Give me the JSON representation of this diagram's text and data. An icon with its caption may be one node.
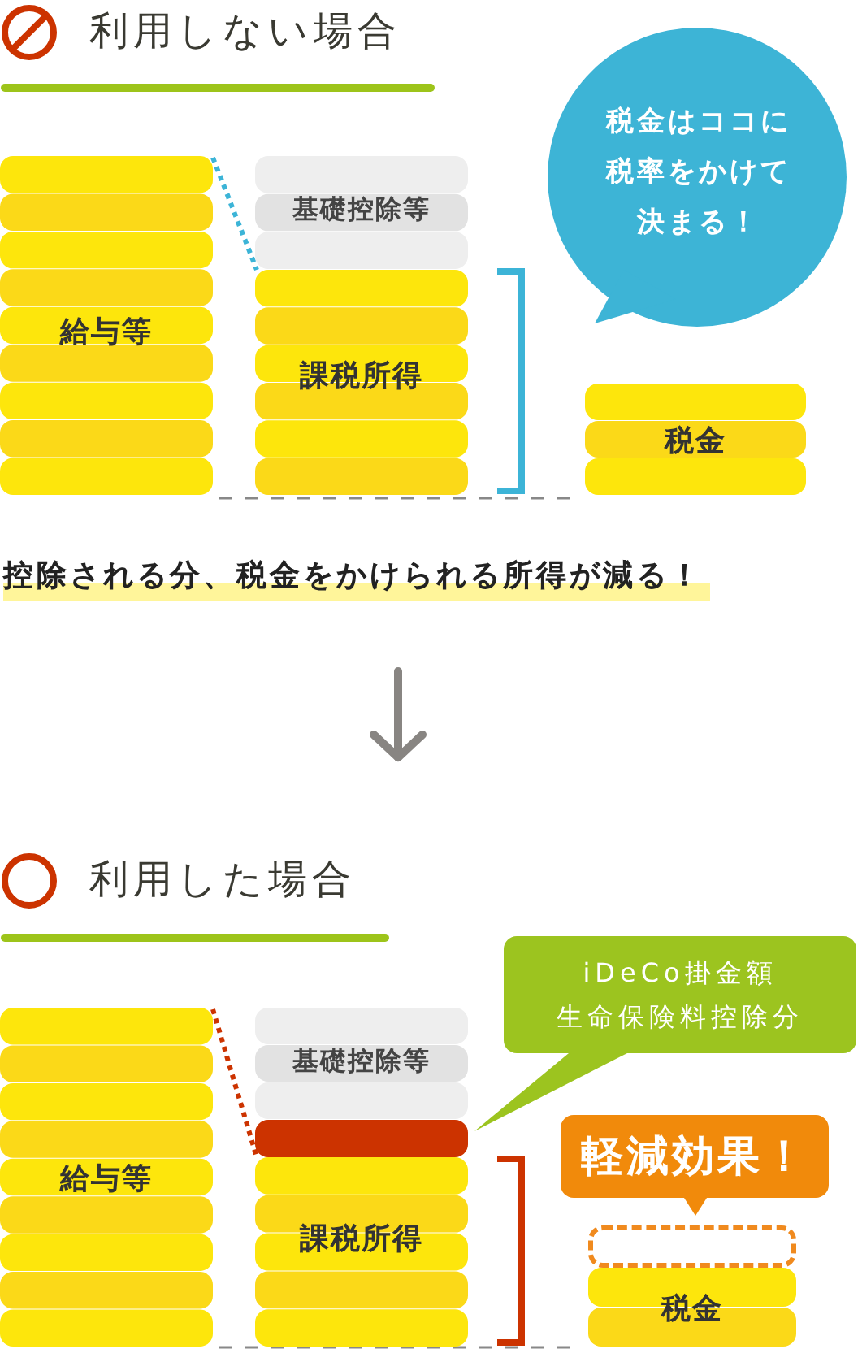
{
  "diagram": {
    "nodes": [
      {
        "text": [
          "給与等"
        ]
      },
      {
        "text": [
          "基礎控除等"
        ]
      },
      {
        "text": [
          "課税所得"
        ]
      },
      {
        "text": [
          "税金"
        ]
      },
      {
        "text": [
          "税金はココに税率をかけて決まる！"
        ]
      },
      {
        "text": [
          "給与等"
        ]
      },
      {
        "text": [
          "基礎控除等"
        ]
      },
      {
        "text": [],
        "shape": "bar"
      },
      {
        "text": [
          "課税所得"
        ]
      },
      {
        "text": [
          "iDeCo掛金額",
          "生命保険料控除分"
        ]
      },
      {
        "text": [
          "軽減効果！"
        ]
      },
      {
        "text": [],
        "shape": "box"
      },
      {
        "text": [
          "税金"
        ]
      }
    ],
    "edges": [
      {
        "from": 0,
        "to": 2,
        "arrow": "none",
        "style": "dashed",
        "color": "#3cb4d7"
      },
      {
        "from": 5,
        "to": 8,
        "arrow": "none",
        "style": "dashed",
        "color": "#cc3300"
      }
    ],
    "labels": [
      "利用しない場合",
      "控除される分、税金をかけられる所得が減る！",
      "利用した場合"
    ]
  }
}
